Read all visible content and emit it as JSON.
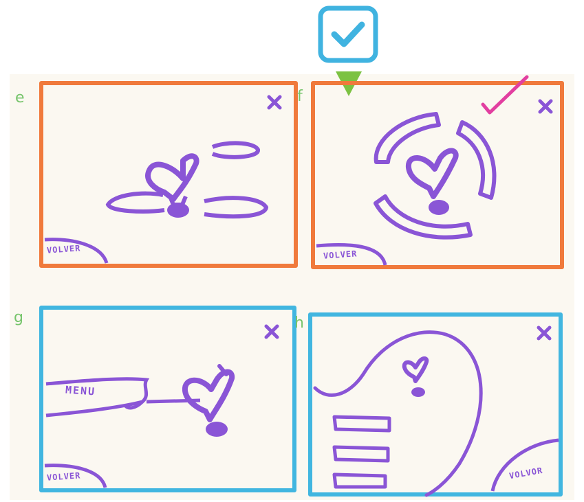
{
  "panels": [
    {
      "letter": "e",
      "volver": "VOLVER"
    },
    {
      "letter": "f",
      "volver": "VOLVER"
    },
    {
      "letter": "g",
      "volver": "VOLVER",
      "menu": "MENU"
    },
    {
      "letter": "h",
      "volver": "VOLVOR"
    }
  ],
  "colors": {
    "orange": "#f07a3c",
    "blue": "#41b6e0",
    "purple": "#8a55d6",
    "green": "#76c46b",
    "pink": "#e23fa0",
    "badge": "#40b3e0",
    "arrow": "#7cc242"
  },
  "icons": {
    "badge": "checkmark-badge-icon",
    "arrow": "down-triangle-icon",
    "close": "x-icon",
    "pink_check": "checkmark-icon",
    "bulb": "heart-bulb-icon"
  }
}
